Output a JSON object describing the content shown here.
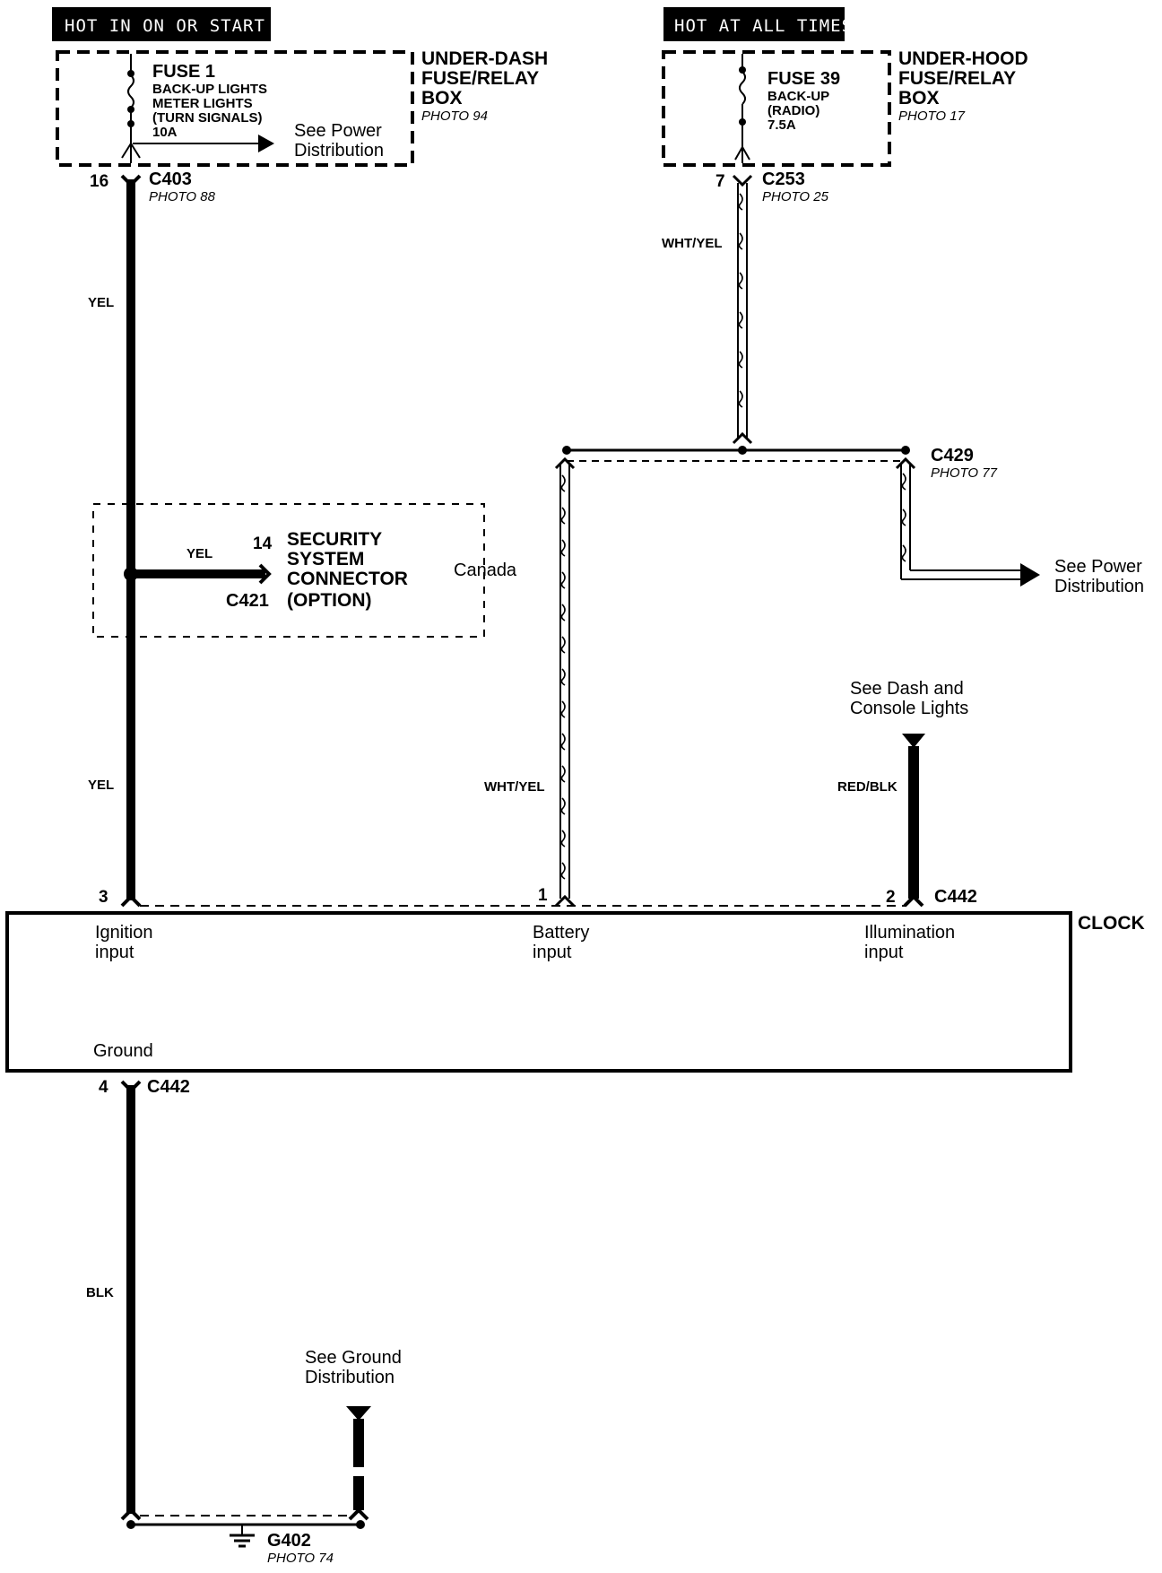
{
  "hot_labels": {
    "left": "HOT IN ON OR START",
    "right": "HOT AT ALL TIMES"
  },
  "under_dash_box": {
    "title_line1": "UNDER-DASH",
    "title_line2": "FUSE/RELAY",
    "title_line3": "BOX",
    "photo": "PHOTO 94",
    "fuse_name": "FUSE 1",
    "fuse_desc1": "BACK-UP LIGHTS",
    "fuse_desc2": "METER LIGHTS",
    "fuse_desc3": "(TURN SIGNALS)",
    "fuse_rating": "10A",
    "see_line1": "See Power",
    "see_line2": "Distribution"
  },
  "under_hood_box": {
    "title_line1": "UNDER-HOOD",
    "title_line2": "FUSE/RELAY",
    "title_line3": "BOX",
    "photo": "PHOTO 17",
    "fuse_name": "FUSE 39",
    "fuse_desc1": "BACK-UP",
    "fuse_desc2": "(RADIO)",
    "fuse_rating": "7.5A"
  },
  "connectors": {
    "c403": {
      "name": "C403",
      "photo": "PHOTO 88",
      "pin": "16"
    },
    "c253": {
      "name": "C253",
      "photo": "PHOTO 25",
      "pin": "7"
    },
    "c429": {
      "name": "C429",
      "photo": "PHOTO 77"
    },
    "c421": {
      "name": "C421",
      "pin": "14"
    },
    "c442_top": {
      "name": "C442"
    },
    "c442_bottom": {
      "name": "C442",
      "pin": "4"
    }
  },
  "security": {
    "line1": "SECURITY",
    "line2": "SYSTEM",
    "line3": "CONNECTOR",
    "line4": "(OPTION)",
    "region": "Canada"
  },
  "wires": {
    "yel_upper": "YEL",
    "yel_branch": "YEL",
    "yel_lower": "YEL",
    "wht_yel_upper": "WHT/YEL",
    "wht_yel_lower": "WHT/YEL",
    "red_blk": "RED/BLK",
    "blk": "BLK"
  },
  "refs": {
    "power_right_line1": "See Power",
    "power_right_line2": "Distribution",
    "dash_line1": "See Dash and",
    "dash_line2": "Console Lights",
    "ground_line1": "See Ground",
    "ground_line2": "Distribution"
  },
  "clock": {
    "title": "CLOCK",
    "ignition_pin": "3",
    "ignition_line1": "Ignition",
    "ignition_line2": "input",
    "battery_pin": "1",
    "battery_line1": "Battery",
    "battery_line2": "input",
    "illum_pin": "2",
    "illum_line1": "Illumination",
    "illum_line2": "input",
    "ground_label": "Ground"
  },
  "ground": {
    "name": "G402",
    "photo": "PHOTO 74"
  }
}
